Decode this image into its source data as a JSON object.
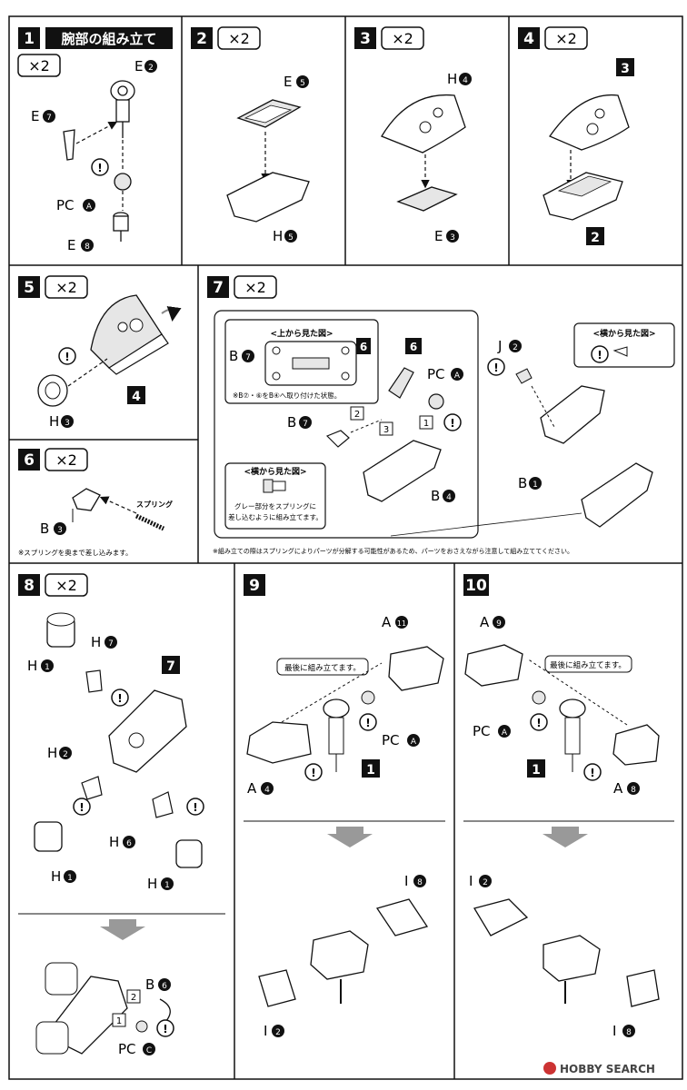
{
  "steps": [
    {
      "number": "1",
      "title": "腕部の組み立て",
      "qty": "×2"
    },
    {
      "number": "2",
      "qty": "×2"
    },
    {
      "number": "3",
      "qty": "×2"
    },
    {
      "number": "4",
      "qty": "×2"
    },
    {
      "number": "5",
      "qty": "×2"
    },
    {
      "number": "6",
      "qty": "×2"
    },
    {
      "number": "7",
      "qty": "×2"
    },
    {
      "number": "8",
      "qty": "×2"
    },
    {
      "number": "9"
    },
    {
      "number": "10"
    }
  ],
  "labels": {
    "s1": {
      "e2": "E",
      "e2n": "2",
      "e7": "E",
      "e7n": "7",
      "pca": "PC",
      "pcan": "A",
      "e8": "E",
      "e8n": "8"
    },
    "s2": {
      "e5": "E",
      "e5n": "5",
      "h5": "H",
      "h5n": "5"
    },
    "s3": {
      "h4": "H",
      "h4n": "4",
      "e3": "E",
      "e3n": "3"
    },
    "s4": {
      "top": "3",
      "bottom": "2"
    },
    "s5": {
      "h3": "H",
      "h3n": "3",
      "part": "4"
    },
    "s6": {
      "b3": "B",
      "b3n": "3",
      "spring": "スプリング",
      "note": "※スプリングを奥まで差し込みます。"
    },
    "s7": {
      "top_view_title": "<上から見た図>",
      "b7": "B",
      "b7n": "7",
      "six": "6",
      "top_view_note": "※B⑦・⑥をB④へ取り付けた状態。",
      "side_view_title": "<横から見た図>",
      "side_view_note1": "グレー部分をスプリングに",
      "side_view_note2": "差し込むように組み立てます。",
      "pc": "PC",
      "pcn": "A",
      "b4": "B",
      "b4n": "4",
      "b7b": "B",
      "b7bn": "7",
      "seq1": "1",
      "seq2": "2",
      "seq3": "3",
      "j2": "J",
      "j2n": "2",
      "side2_title": "<横から見た図>",
      "b1": "B",
      "b1n": "1",
      "footnote": "※組み立ての際はスプリングによりパーツが分解する可能性があるため、パーツをおさえながら注意して組み立ててください。"
    },
    "s8": {
      "h1a": "H",
      "h1an": "1",
      "h7": "H",
      "h7n": "7",
      "seven": "7",
      "h2": "H",
      "h2n": "2",
      "h6": "H",
      "h6n": "6",
      "h1b": "H",
      "h1bn": "1",
      "h1c": "H",
      "h1cn": "1",
      "b6": "B",
      "b6n": "6",
      "pc": "PC",
      "pcn": "C",
      "seq1": "1",
      "seq2": "2"
    },
    "s9": {
      "a11": "A",
      "a11n": "11",
      "note": "最後に組み立てます。",
      "a4": "A",
      "a4n": "4",
      "pca": "PC",
      "pcan": "A",
      "one": "1",
      "i8": "I",
      "i8n": "8",
      "i2": "I",
      "i2n": "2"
    },
    "s10": {
      "a9": "A",
      "a9n": "9",
      "note": "最後に組み立てます。",
      "pca": "PC",
      "pcan": "A",
      "one": "1",
      "a8": "A",
      "a8n": "8",
      "i2": "I",
      "i2n": "2",
      "i8": "I",
      "i8n": "8"
    }
  },
  "watermark": "HOBBY SEARCH",
  "colors": {
    "ink": "#111111",
    "part_gray": "#e6e6e6",
    "arrow_gray": "#999999"
  }
}
